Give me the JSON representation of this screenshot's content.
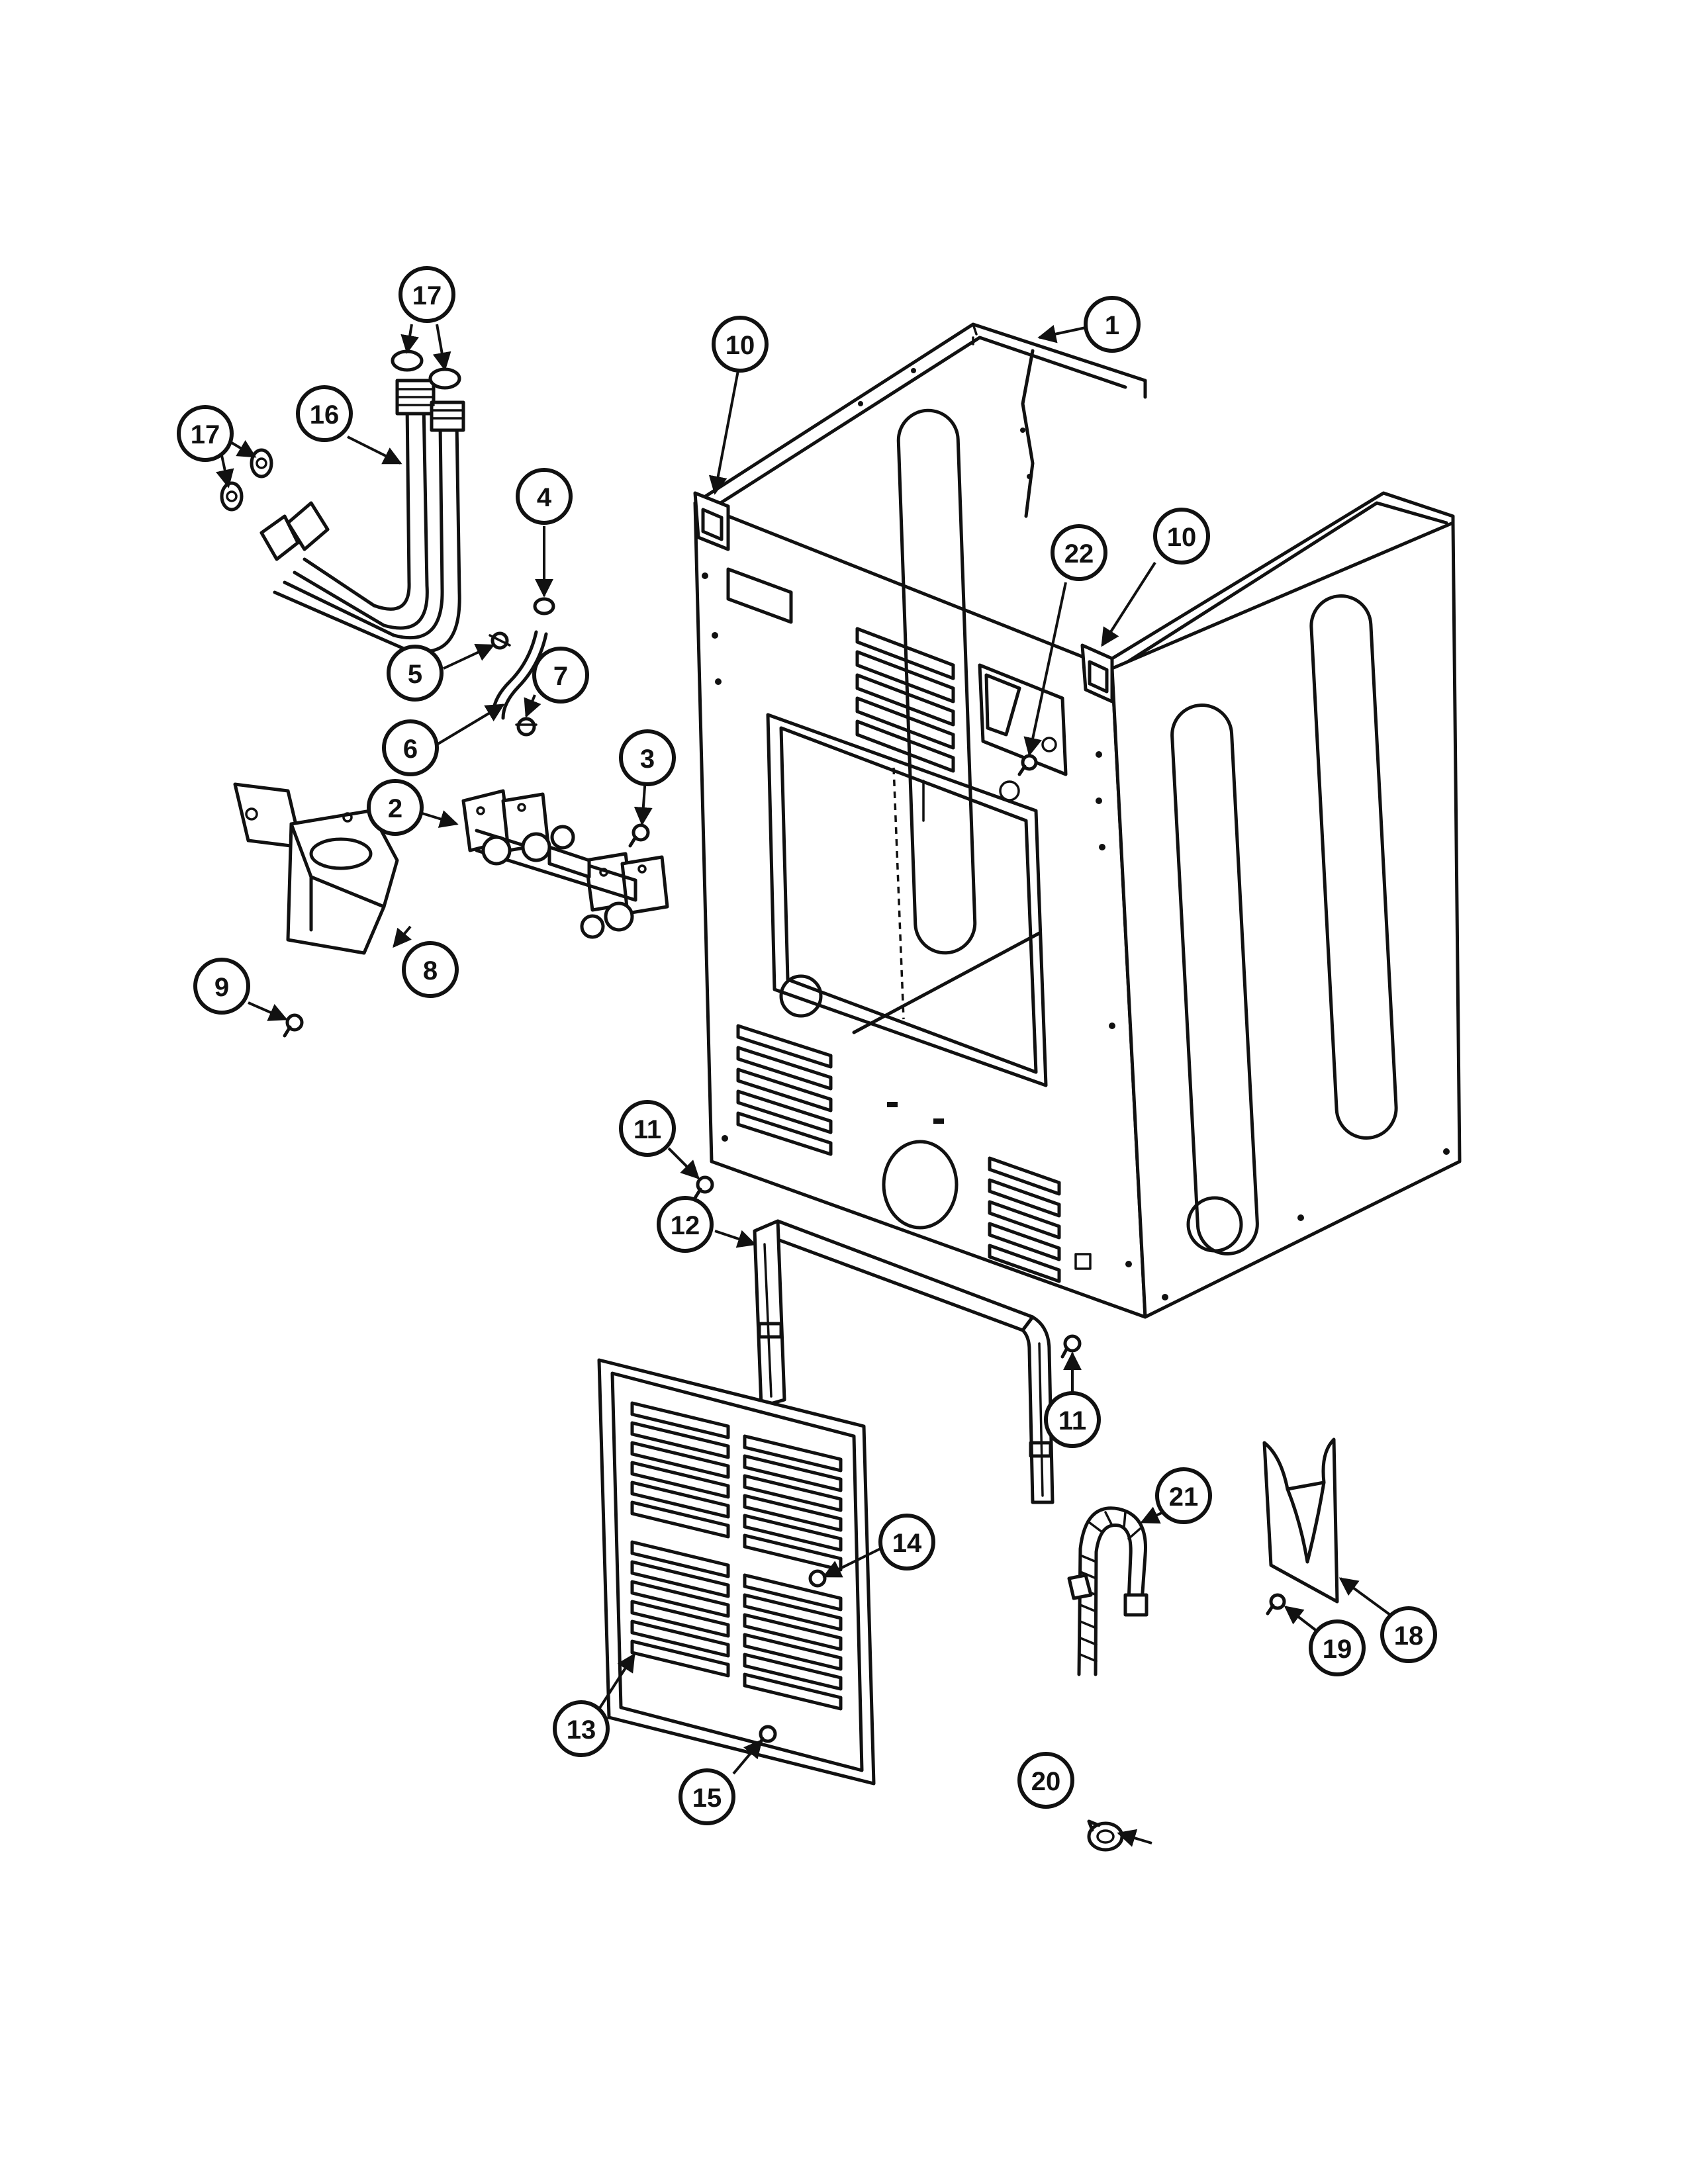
{
  "callouts": {
    "c1": "1",
    "c2": "2",
    "c3": "3",
    "c4": "4",
    "c5": "5",
    "c6": "6",
    "c7": "7",
    "c8": "8",
    "c9": "9",
    "c10a": "10",
    "c10b": "10",
    "c11a": "11",
    "c11b": "11",
    "c12": "12",
    "c13": "13",
    "c14": "14",
    "c15": "15",
    "c16": "16",
    "c17a": "17",
    "c17b": "17",
    "c18": "18",
    "c19": "19",
    "c20": "20",
    "c21": "21",
    "c22": "22"
  },
  "colors": {
    "line": "#111111",
    "background": "#ffffff"
  }
}
